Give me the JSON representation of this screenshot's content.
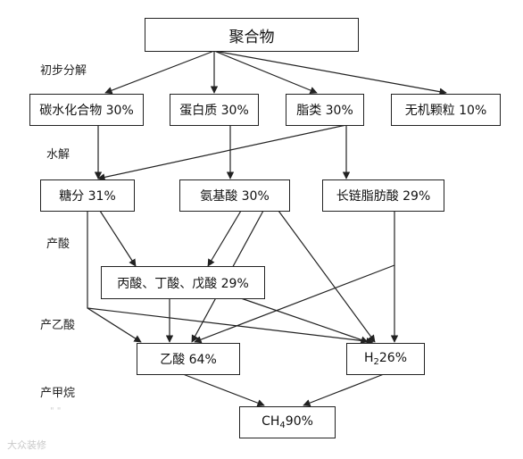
{
  "nodes": {
    "polymer": "聚合物",
    "carbohydrate": "碳水化合物 30%",
    "protein": "蛋白质 30%",
    "lipid": "脂类 30%",
    "inorganic": "无机颗粒 10%",
    "sugar": "糖分 31%",
    "amino_acid": "氨基酸 30%",
    "lcfa": "长链脂肪酸 29%",
    "vfa": "丙酸、丁酸、戊酸 29%",
    "acetic": "乙酸 64%",
    "h2": {
      "main": "H",
      "sub": "2",
      "value": "26%"
    },
    "ch4": {
      "main": "CH",
      "sub": "4",
      "value": "90%"
    }
  },
  "stages": {
    "initial_decomposition": "初步分解",
    "hydrolysis": "水解",
    "acidogenesis": "产酸",
    "acetogenesis": "产乙酸",
    "methanogenesis": "产甲烷"
  },
  "watermark": "大众装修",
  "colors": {
    "line": "#222222",
    "border": "#222222"
  }
}
